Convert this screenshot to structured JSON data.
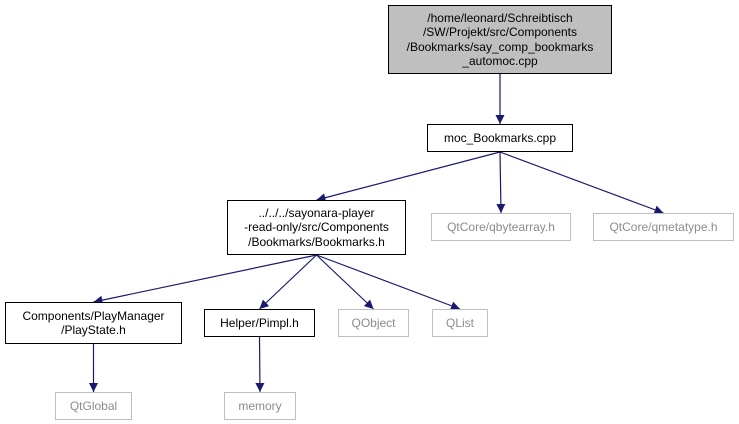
{
  "nodes": {
    "root": [
      "/home/leonard/Schreibtisch",
      "/SW/Projekt/src/Components",
      "/Bookmarks/say_comp_bookmarks",
      "_automoc.cpp"
    ],
    "moc": [
      "moc_Bookmarks.cpp"
    ],
    "bookmarks_h": [
      "../../../sayonara-player",
      "-read-only/src/Components",
      "/Bookmarks/Bookmarks.h"
    ],
    "qbytearray": [
      "QtCore/qbytearray.h"
    ],
    "qmetatype": [
      "QtCore/qmetatype.h"
    ],
    "playstate": [
      "Components/PlayManager",
      "/PlayState.h"
    ],
    "pimpl": [
      "Helper/Pimpl.h"
    ],
    "qobject": [
      "QObject"
    ],
    "qlist": [
      "QList"
    ],
    "qtglobal": [
      "QtGlobal"
    ],
    "memory": [
      "memory"
    ]
  },
  "edges": [
    [
      "root",
      "moc"
    ],
    [
      "moc",
      "bookmarks_h"
    ],
    [
      "moc",
      "qbytearray"
    ],
    [
      "moc",
      "qmetatype"
    ],
    [
      "bookmarks_h",
      "playstate"
    ],
    [
      "bookmarks_h",
      "pimpl"
    ],
    [
      "bookmarks_h",
      "qobject"
    ],
    [
      "bookmarks_h",
      "qlist"
    ],
    [
      "playstate",
      "qtglobal"
    ],
    [
      "pimpl",
      "memory"
    ]
  ],
  "colors": {
    "edge": "#191970",
    "root_fill": "#bfbfbf",
    "external_border": "#bfbfbf",
    "external_text": "#8c8c8c"
  }
}
